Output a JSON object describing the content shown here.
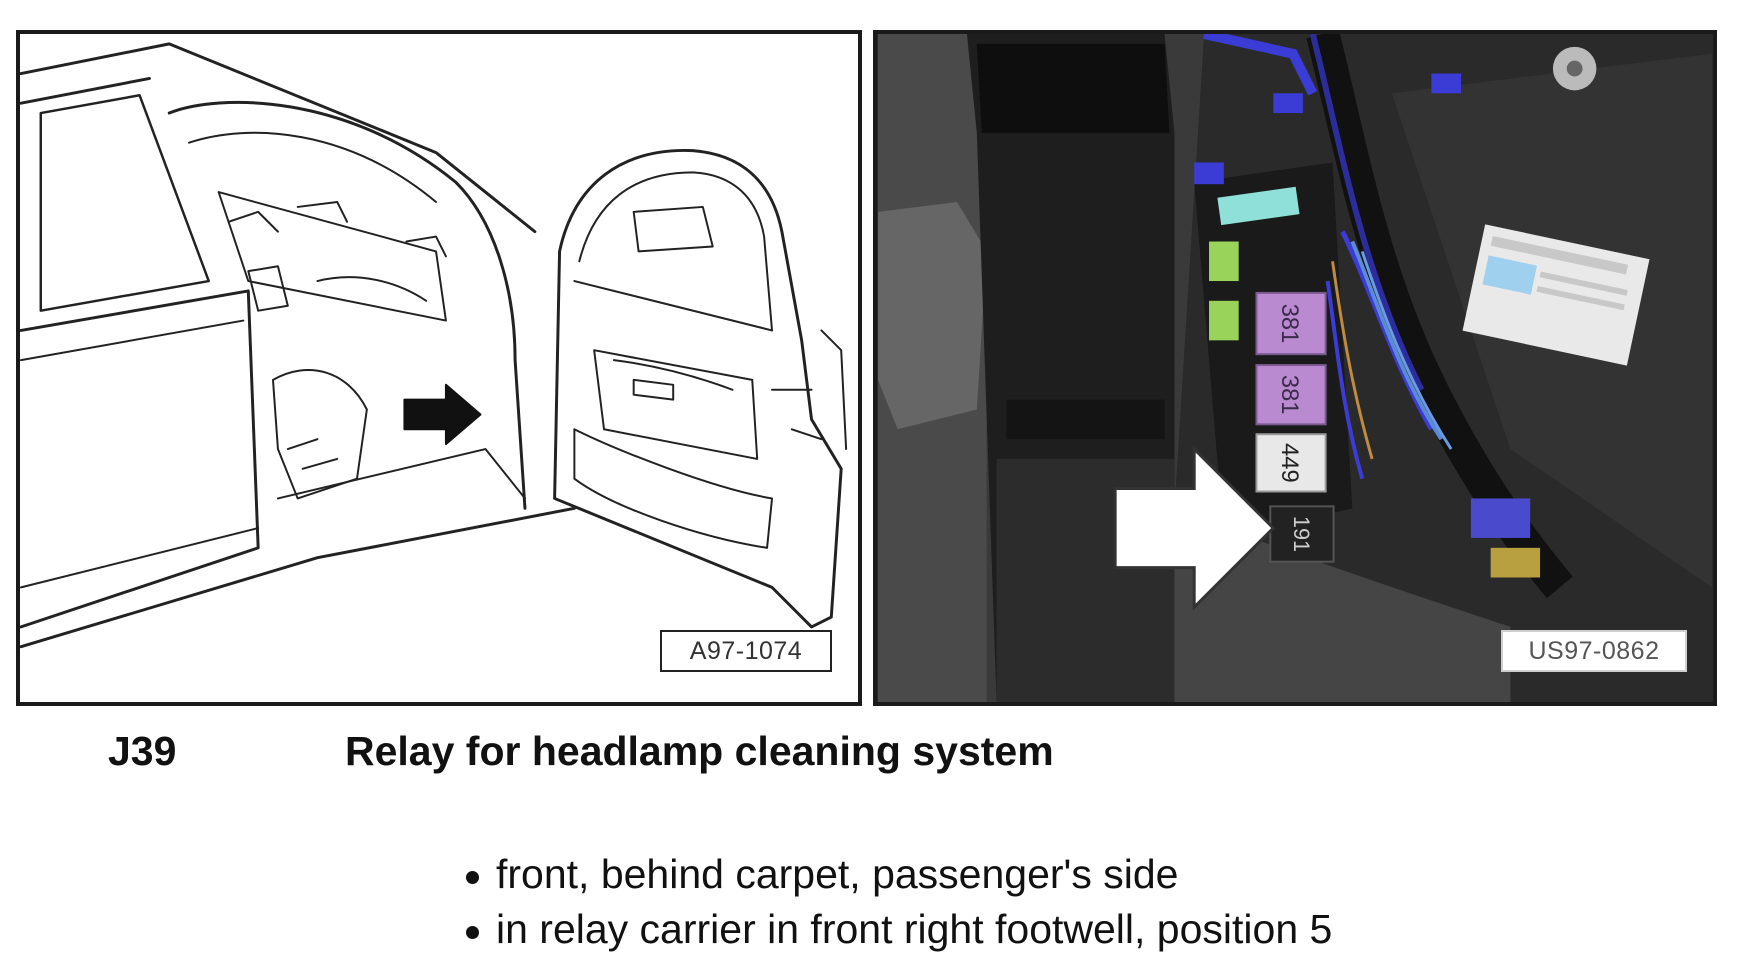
{
  "figures": {
    "left": {
      "label": "A97-1074",
      "description": "line drawing of car with open front passenger door, arrow pointing to footwell"
    },
    "right": {
      "label": "US97-0862",
      "relays": [
        "381",
        "381",
        "449",
        "191"
      ],
      "colors": {
        "relay_purple": "#b98ad0",
        "relay_white": "#e8e8e8",
        "wire_blue": "#3b3bd6",
        "carpet": "#262626"
      }
    }
  },
  "component": {
    "code": "J39",
    "name": "Relay for headlamp cleaning system"
  },
  "locations": [
    "front, behind carpet, passenger's side",
    "in relay carrier in front right footwell, position 5"
  ]
}
